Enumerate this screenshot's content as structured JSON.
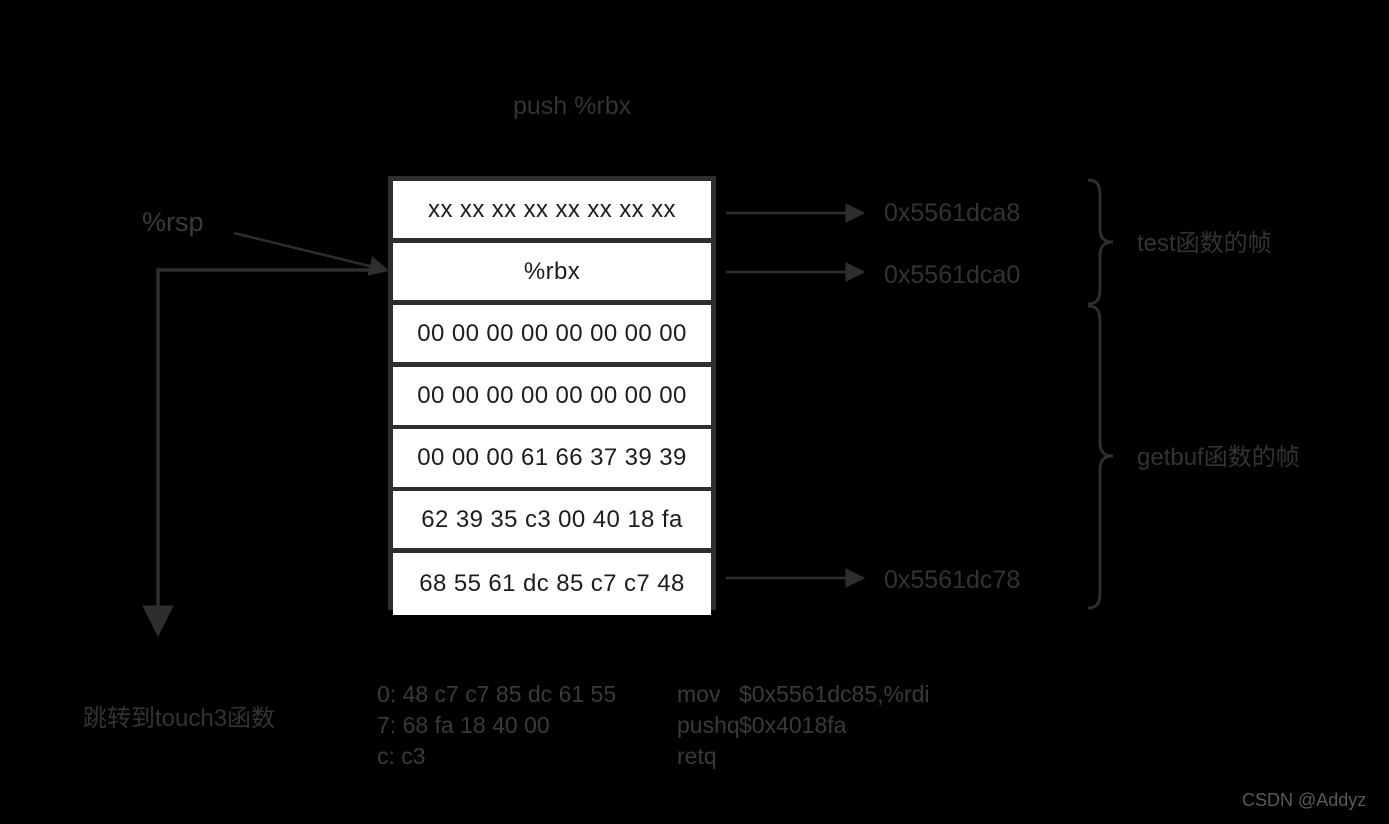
{
  "caption": {
    "push_instruction": "push %rbx"
  },
  "registers": {
    "rsp_label": "%rsp"
  },
  "stack": {
    "cells": [
      {
        "value": "xx xx xx xx xx xx xx xx"
      },
      {
        "value": "%rbx"
      },
      {
        "value": "00 00 00 00 00 00 00 00"
      },
      {
        "value": "00 00 00 00 00 00 00 00"
      },
      {
        "value": "00 00 00 61 66 37 39 39"
      },
      {
        "value": "62 39 35 c3 00 40 18 fa"
      },
      {
        "value": "68 55 61 dc 85 c7 c7 48"
      }
    ]
  },
  "addresses": [
    {
      "text": "0x5561dca8"
    },
    {
      "text": "0x5561dca0"
    },
    {
      "text": "0x5561dc78"
    }
  ],
  "frames": [
    {
      "label": "test函数的帧"
    },
    {
      "label": "getbuf函数的帧"
    }
  ],
  "jump_note": "跳转到touch3函数",
  "assembly": {
    "rows": [
      {
        "bytes": "0: 48 c7 c7 85 dc 61 55",
        "mnemonic": "mov",
        "operands": "$0x5561dc85,%rdi"
      },
      {
        "bytes": "7: 68 fa 18 40 00",
        "mnemonic": "pushq",
        "operands": "$0x4018fa"
      },
      {
        "bytes": "c: c3",
        "mnemonic": "retq",
        "operands": ""
      }
    ]
  },
  "watermark": "CSDN @Addyz",
  "colors": {
    "background": "#000000",
    "cell_fill": "#ffffff",
    "stroke": "#2e2e2e",
    "label_text": "#333333",
    "cell_text": "#1d1d1d",
    "watermark_text": "#5a5a5a"
  }
}
